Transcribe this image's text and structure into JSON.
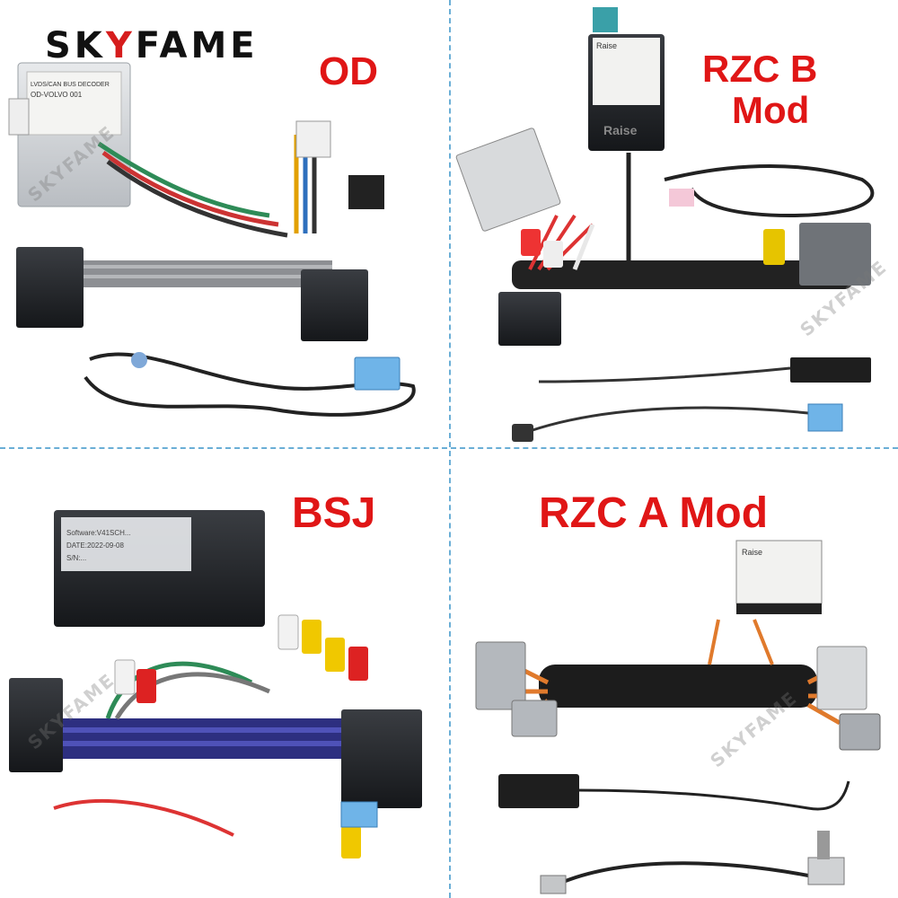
{
  "brand": {
    "prefix": "SK",
    "accent": "Y",
    "suffix": "FAME"
  },
  "panels": {
    "od": {
      "label": "OD",
      "module_text": [
        "LVDS/CAN BUS DECODER",
        "OD-VOLVO 001"
      ]
    },
    "rzc_b": {
      "label_line1": "RZC B",
      "label_line2": "Mod",
      "module_brand": "Raise"
    },
    "bsj": {
      "label": "BSJ",
      "module_text": [
        "Software:V41SCH...",
        "DATE:2022-09-08",
        "S/N:..."
      ]
    },
    "rzc_a": {
      "label": "RZC A Mod",
      "module_brand": "Raise"
    }
  },
  "watermark": "SKYFAME",
  "colors": {
    "label_red": "#e01616",
    "divider": "#6aaed6",
    "brand_accent": "#d61d1d"
  }
}
